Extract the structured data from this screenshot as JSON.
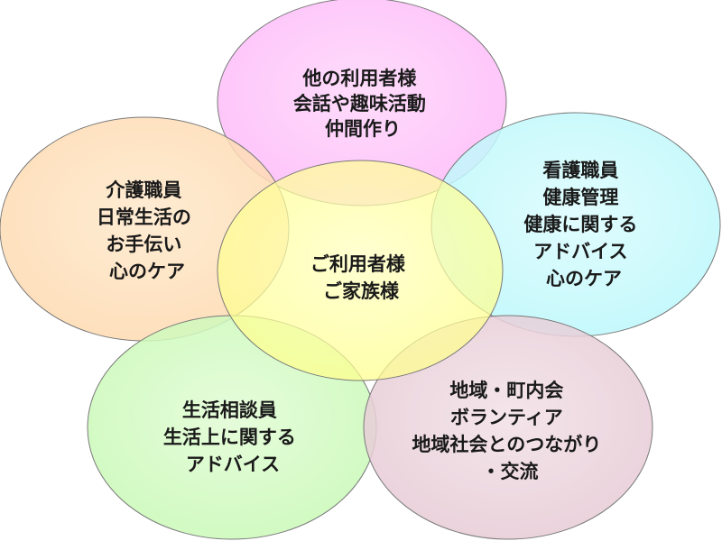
{
  "nodes": [
    {
      "id": "others",
      "color": "#fdb8f8",
      "lines": [
        "他の利用者様",
        "会話や趣味活動",
        "仲間作り"
      ]
    },
    {
      "id": "care-staff",
      "color": "#fdd9ae",
      "lines": [
        "介護職員",
        "日常生活の",
        "お手伝い",
        "心のケア"
      ]
    },
    {
      "id": "nurse",
      "color": "#b9f7fb",
      "lines": [
        "看護職員",
        "健康管理",
        "健康に関する",
        "アドバイス",
        "心のケア"
      ]
    },
    {
      "id": "counselor",
      "color": "#c7f9b4",
      "lines": [
        "生活相談員",
        "生活上に関する",
        "アドバイス"
      ]
    },
    {
      "id": "community",
      "color": "#e6c9d4",
      "lines": [
        "地域・町内会",
        "ボランティア",
        "地域社会とのつながり",
        "・交流"
      ]
    },
    {
      "id": "center",
      "color": "#ffff88",
      "lines": [
        "ご利用者様",
        "ご家族様"
      ]
    }
  ]
}
